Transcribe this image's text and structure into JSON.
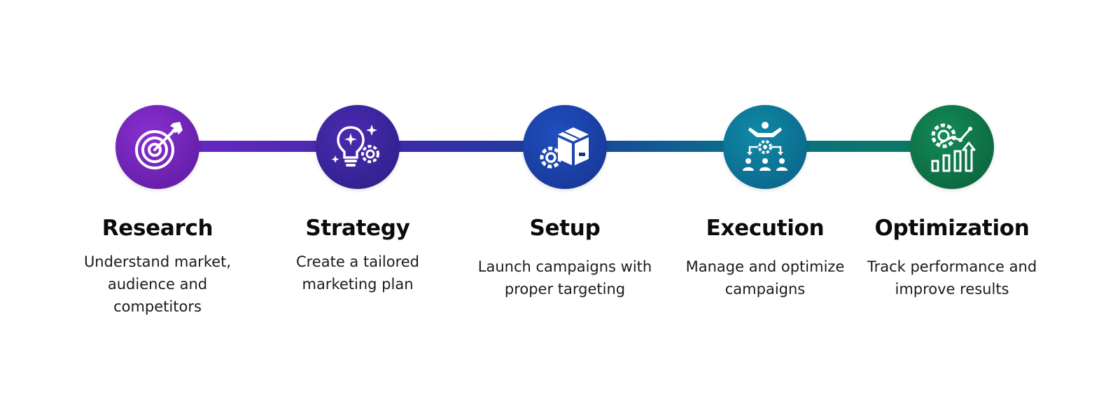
{
  "steps": [
    {
      "title": "Research",
      "description": "Understand market, audience and competitors",
      "icon": "target-arrow-icon",
      "color_start": "#8a2fd1",
      "color_end": "#5a1a9c"
    },
    {
      "title": "Strategy",
      "description": "Create a tailored marketing plan",
      "icon": "lightbulb-gear-icon",
      "color_start": "#4a2bb0",
      "color_end": "#2a1f86"
    },
    {
      "title": "Setup",
      "description": "Launch campaigns with proper targeting",
      "icon": "package-gear-icon",
      "color_start": "#1f4fbf",
      "color_end": "#17338f"
    },
    {
      "title": "Execution",
      "description": "Manage and optimize campaigns",
      "icon": "team-management-icon",
      "color_start": "#0f8aa6",
      "color_end": "#0b5f86"
    },
    {
      "title": "Optimization",
      "description": "Track performance and improve results",
      "icon": "gear-growth-chart-icon",
      "color_start": "#138a55",
      "color_end": "#0b5e3a"
    }
  ]
}
